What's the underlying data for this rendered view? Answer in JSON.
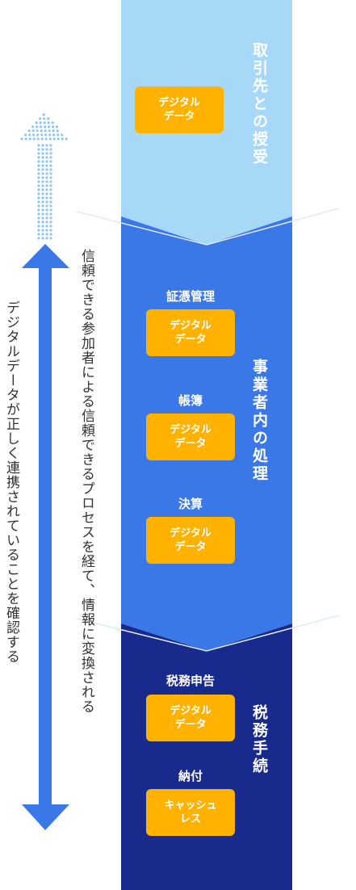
{
  "colors": {
    "section1": "#a8d8f8",
    "section2": "#3b78e7",
    "section3": "#182a8c",
    "badge": "#ffb300",
    "arrow_solid": "#3b78e7",
    "arrow_dots": "#8fc6ee"
  },
  "sections": [
    {
      "title": "取引先との授受",
      "items": [
        {
          "label": "",
          "badge_line1": "デジタル",
          "badge_line2": "データ"
        }
      ]
    },
    {
      "title": "事業者内の処理",
      "items": [
        {
          "label": "証憑管理",
          "badge_line1": "デジタル",
          "badge_line2": "データ"
        },
        {
          "label": "帳簿",
          "badge_line1": "デジタル",
          "badge_line2": "データ"
        },
        {
          "label": "決算",
          "badge_line1": "デジタル",
          "badge_line2": "データ"
        }
      ]
    },
    {
      "title": "税務手続",
      "items": [
        {
          "label": "税務申告",
          "badge_line1": "デジタル",
          "badge_line2": "データ"
        },
        {
          "label": "納付",
          "badge_line1": "キャッシュ",
          "badge_line2": "レス"
        }
      ]
    }
  ],
  "side_texts": {
    "outer": "デジタルデータが正しく連携されていることを確認する",
    "inner": "信頼できる参加者による信頼できるプロセスを経て、情報に変換される"
  },
  "icons": {
    "up_arrow": "dotted-up-arrow-icon",
    "double_arrow": "double-headed-arrow-icon"
  }
}
